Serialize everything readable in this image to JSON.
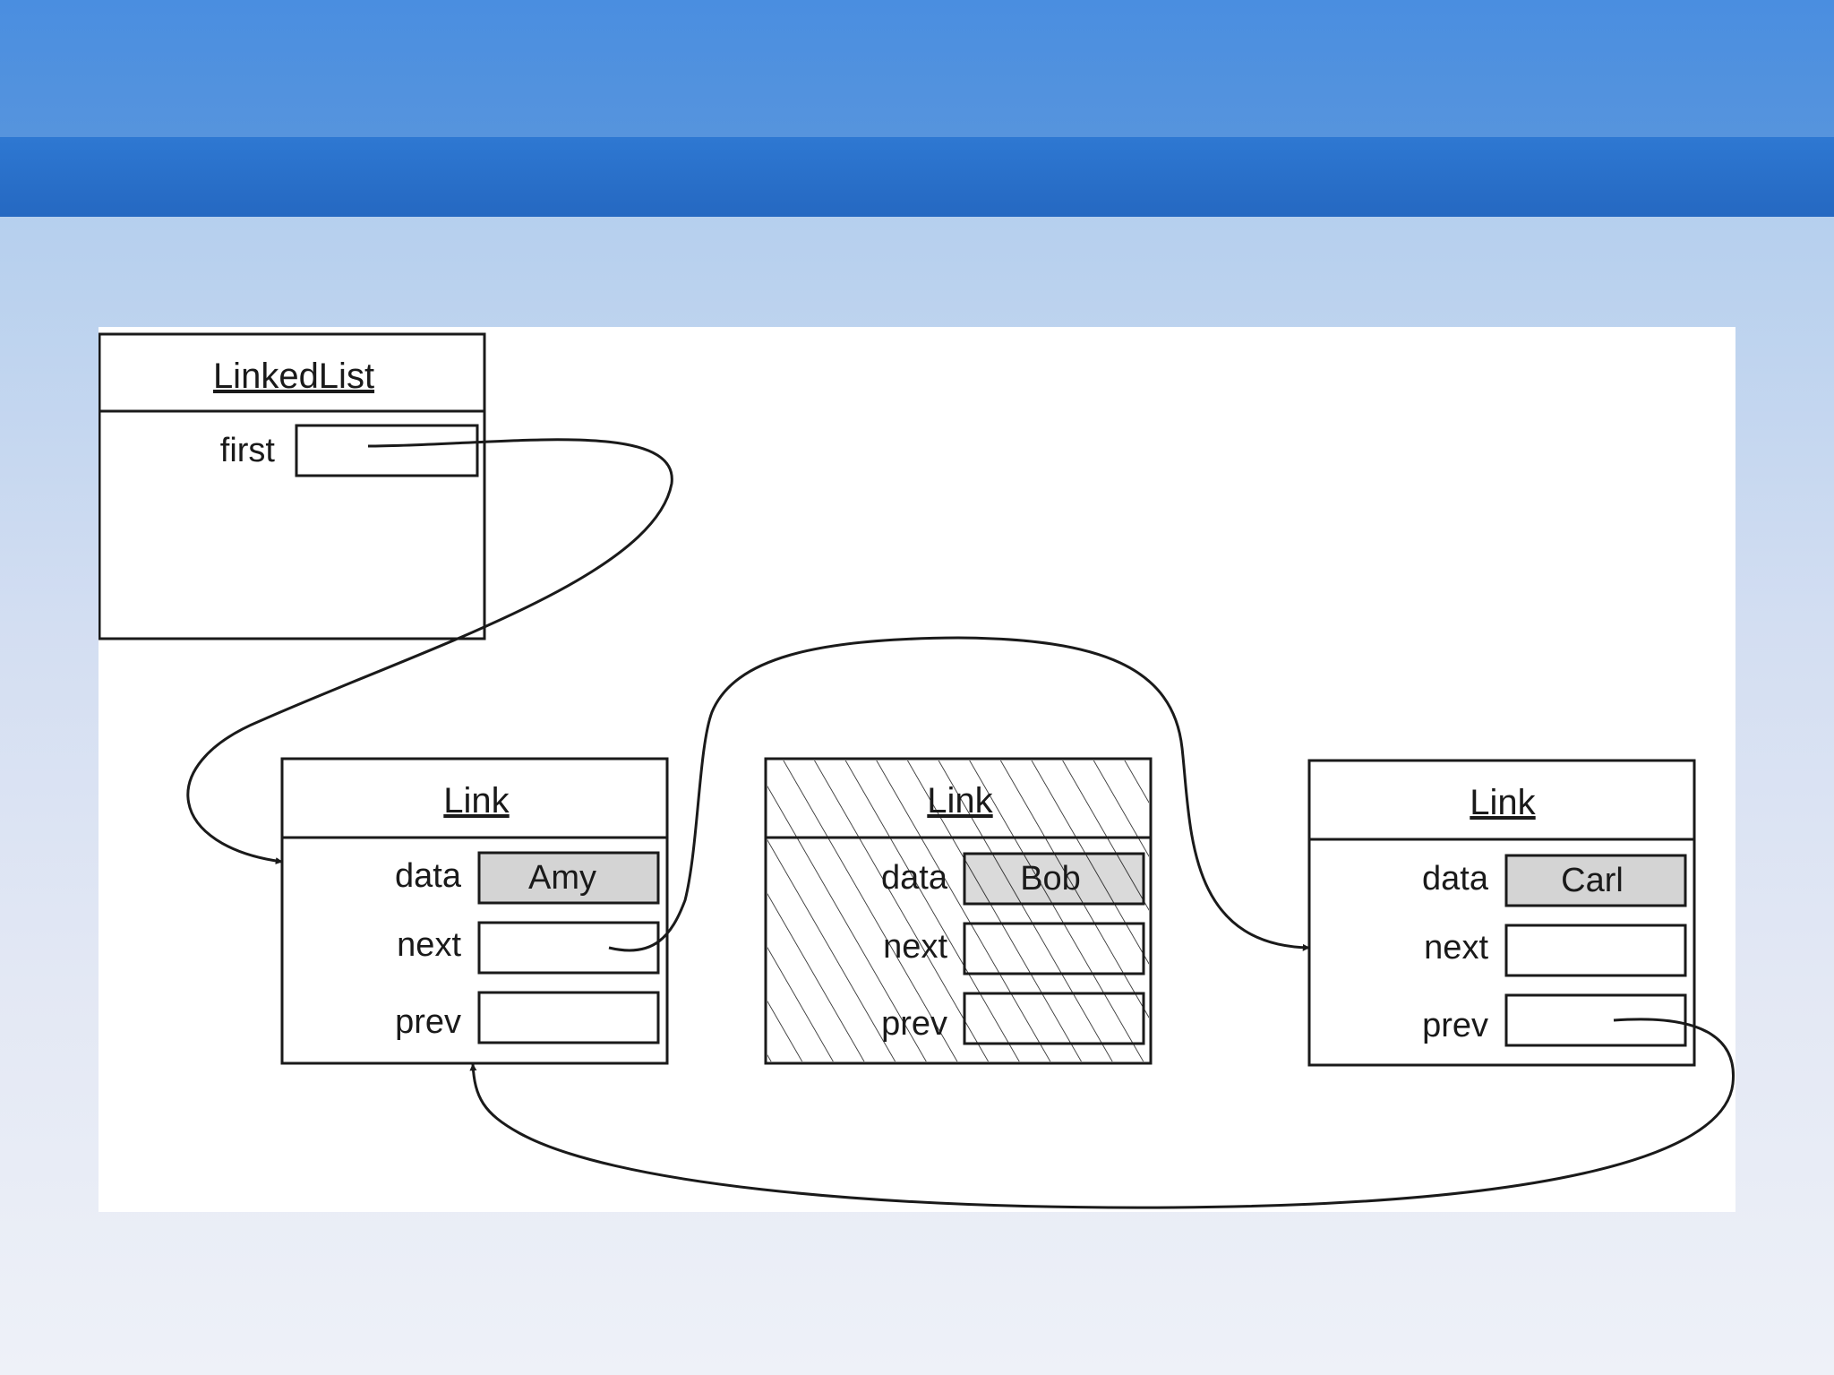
{
  "linked_list": {
    "title": "LinkedList",
    "field": "first"
  },
  "links": [
    {
      "title": "Link",
      "data_label": "data",
      "next_label": "next",
      "prev_label": "prev",
      "value": "Amy",
      "removed": false
    },
    {
      "title": "Link",
      "data_label": "data",
      "next_label": "next",
      "prev_label": "prev",
      "value": "Bob",
      "removed": true
    },
    {
      "title": "Link",
      "data_label": "data",
      "next_label": "next",
      "prev_label": "prev",
      "value": "Carl",
      "removed": false
    }
  ],
  "colors": {
    "header_light": "#4a8ee0",
    "header_dark": "#2568c1",
    "value_fill": "#d4d4d4",
    "stroke": "#1a1a1a"
  }
}
